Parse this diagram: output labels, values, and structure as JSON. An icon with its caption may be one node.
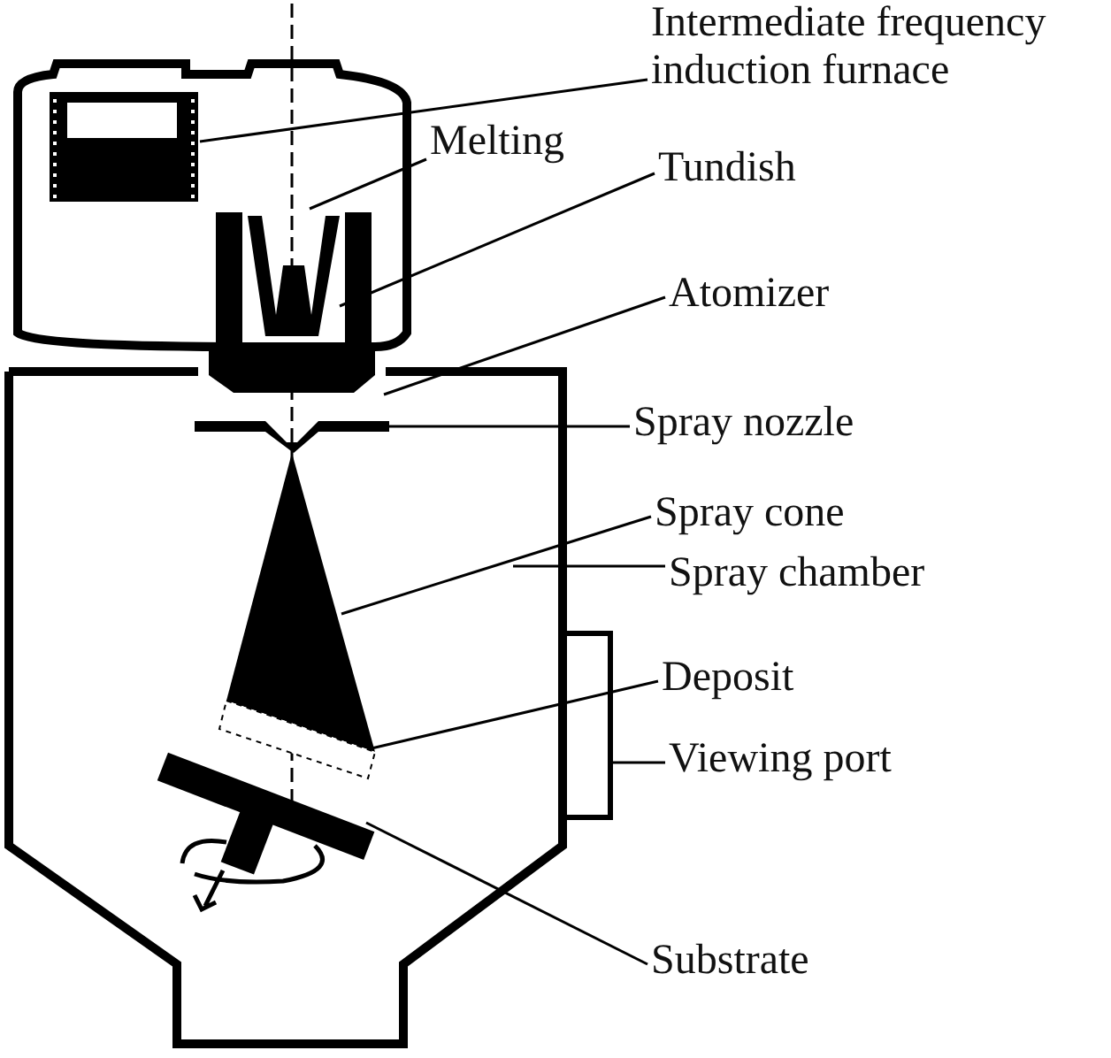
{
  "diagram": {
    "nodes": [
      {
        "text": [
          "Intermediate frequency induction furnace"
        ]
      },
      {
        "text": [
          "Melting"
        ]
      },
      {
        "text": [
          "Tundish"
        ]
      },
      {
        "text": [
          "Atomizer"
        ]
      },
      {
        "text": [
          "Spray nozzle"
        ]
      },
      {
        "text": [
          "Spray cone"
        ]
      },
      {
        "text": [
          "Spray chamber"
        ]
      },
      {
        "text": [
          "Deposit"
        ]
      },
      {
        "text": [
          "Viewing port"
        ]
      },
      {
        "text": [
          "Substrate"
        ]
      }
    ],
    "edges": [
      {
        "from": 0,
        "to": null,
        "arrow": "none"
      },
      {
        "from": 1,
        "to": null,
        "arrow": "none"
      },
      {
        "from": 2,
        "to": null,
        "arrow": "none"
      },
      {
        "from": 3,
        "to": null,
        "arrow": "none"
      },
      {
        "from": 4,
        "to": null,
        "arrow": "none"
      },
      {
        "from": 5,
        "to": null,
        "arrow": "none"
      },
      {
        "from": 6,
        "to": null,
        "arrow": "none"
      },
      {
        "from": 7,
        "to": null,
        "arrow": "none"
      },
      {
        "from": 8,
        "to": null,
        "arrow": "none"
      },
      {
        "from": 9,
        "to": null,
        "arrow": "none"
      }
    ]
  }
}
